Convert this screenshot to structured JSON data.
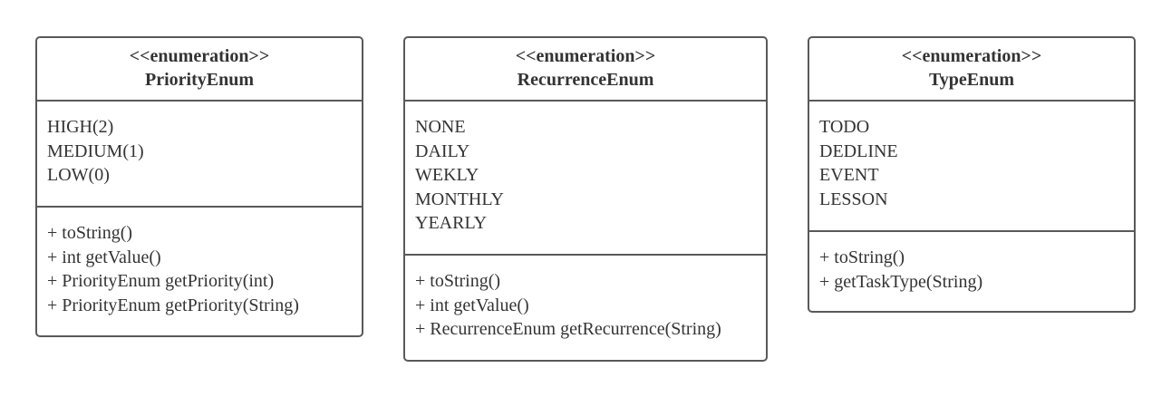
{
  "classes": [
    {
      "stereotype": "<<enumeration>>",
      "name": "PriorityEnum",
      "attributes": [
        "HIGH(2)",
        "MEDIUM(1)",
        "LOW(0)"
      ],
      "methods": [
        "+ toString()",
        "+ int getValue()",
        "+ PriorityEnum getPriority(int)",
        "+ PriorityEnum getPriority(String)"
      ]
    },
    {
      "stereotype": "<<enumeration>>",
      "name": "RecurrenceEnum",
      "attributes": [
        "NONE",
        "DAILY",
        "WEKLY",
        "MONTHLY",
        "YEARLY"
      ],
      "methods": [
        "+ toString()",
        "+ int getValue()",
        "+ RecurrenceEnum getRecurrence(String)"
      ]
    },
    {
      "stereotype": "<<enumeration>>",
      "name": "TypeEnum",
      "attributes": [
        "TODO",
        "DEDLINE",
        "EVENT",
        "LESSON"
      ],
      "methods": [
        "+ toString()",
        "+ getTaskType(String)"
      ]
    }
  ],
  "colors": {
    "border": "#595959",
    "text": "#333333",
    "background": "#ffffff"
  }
}
